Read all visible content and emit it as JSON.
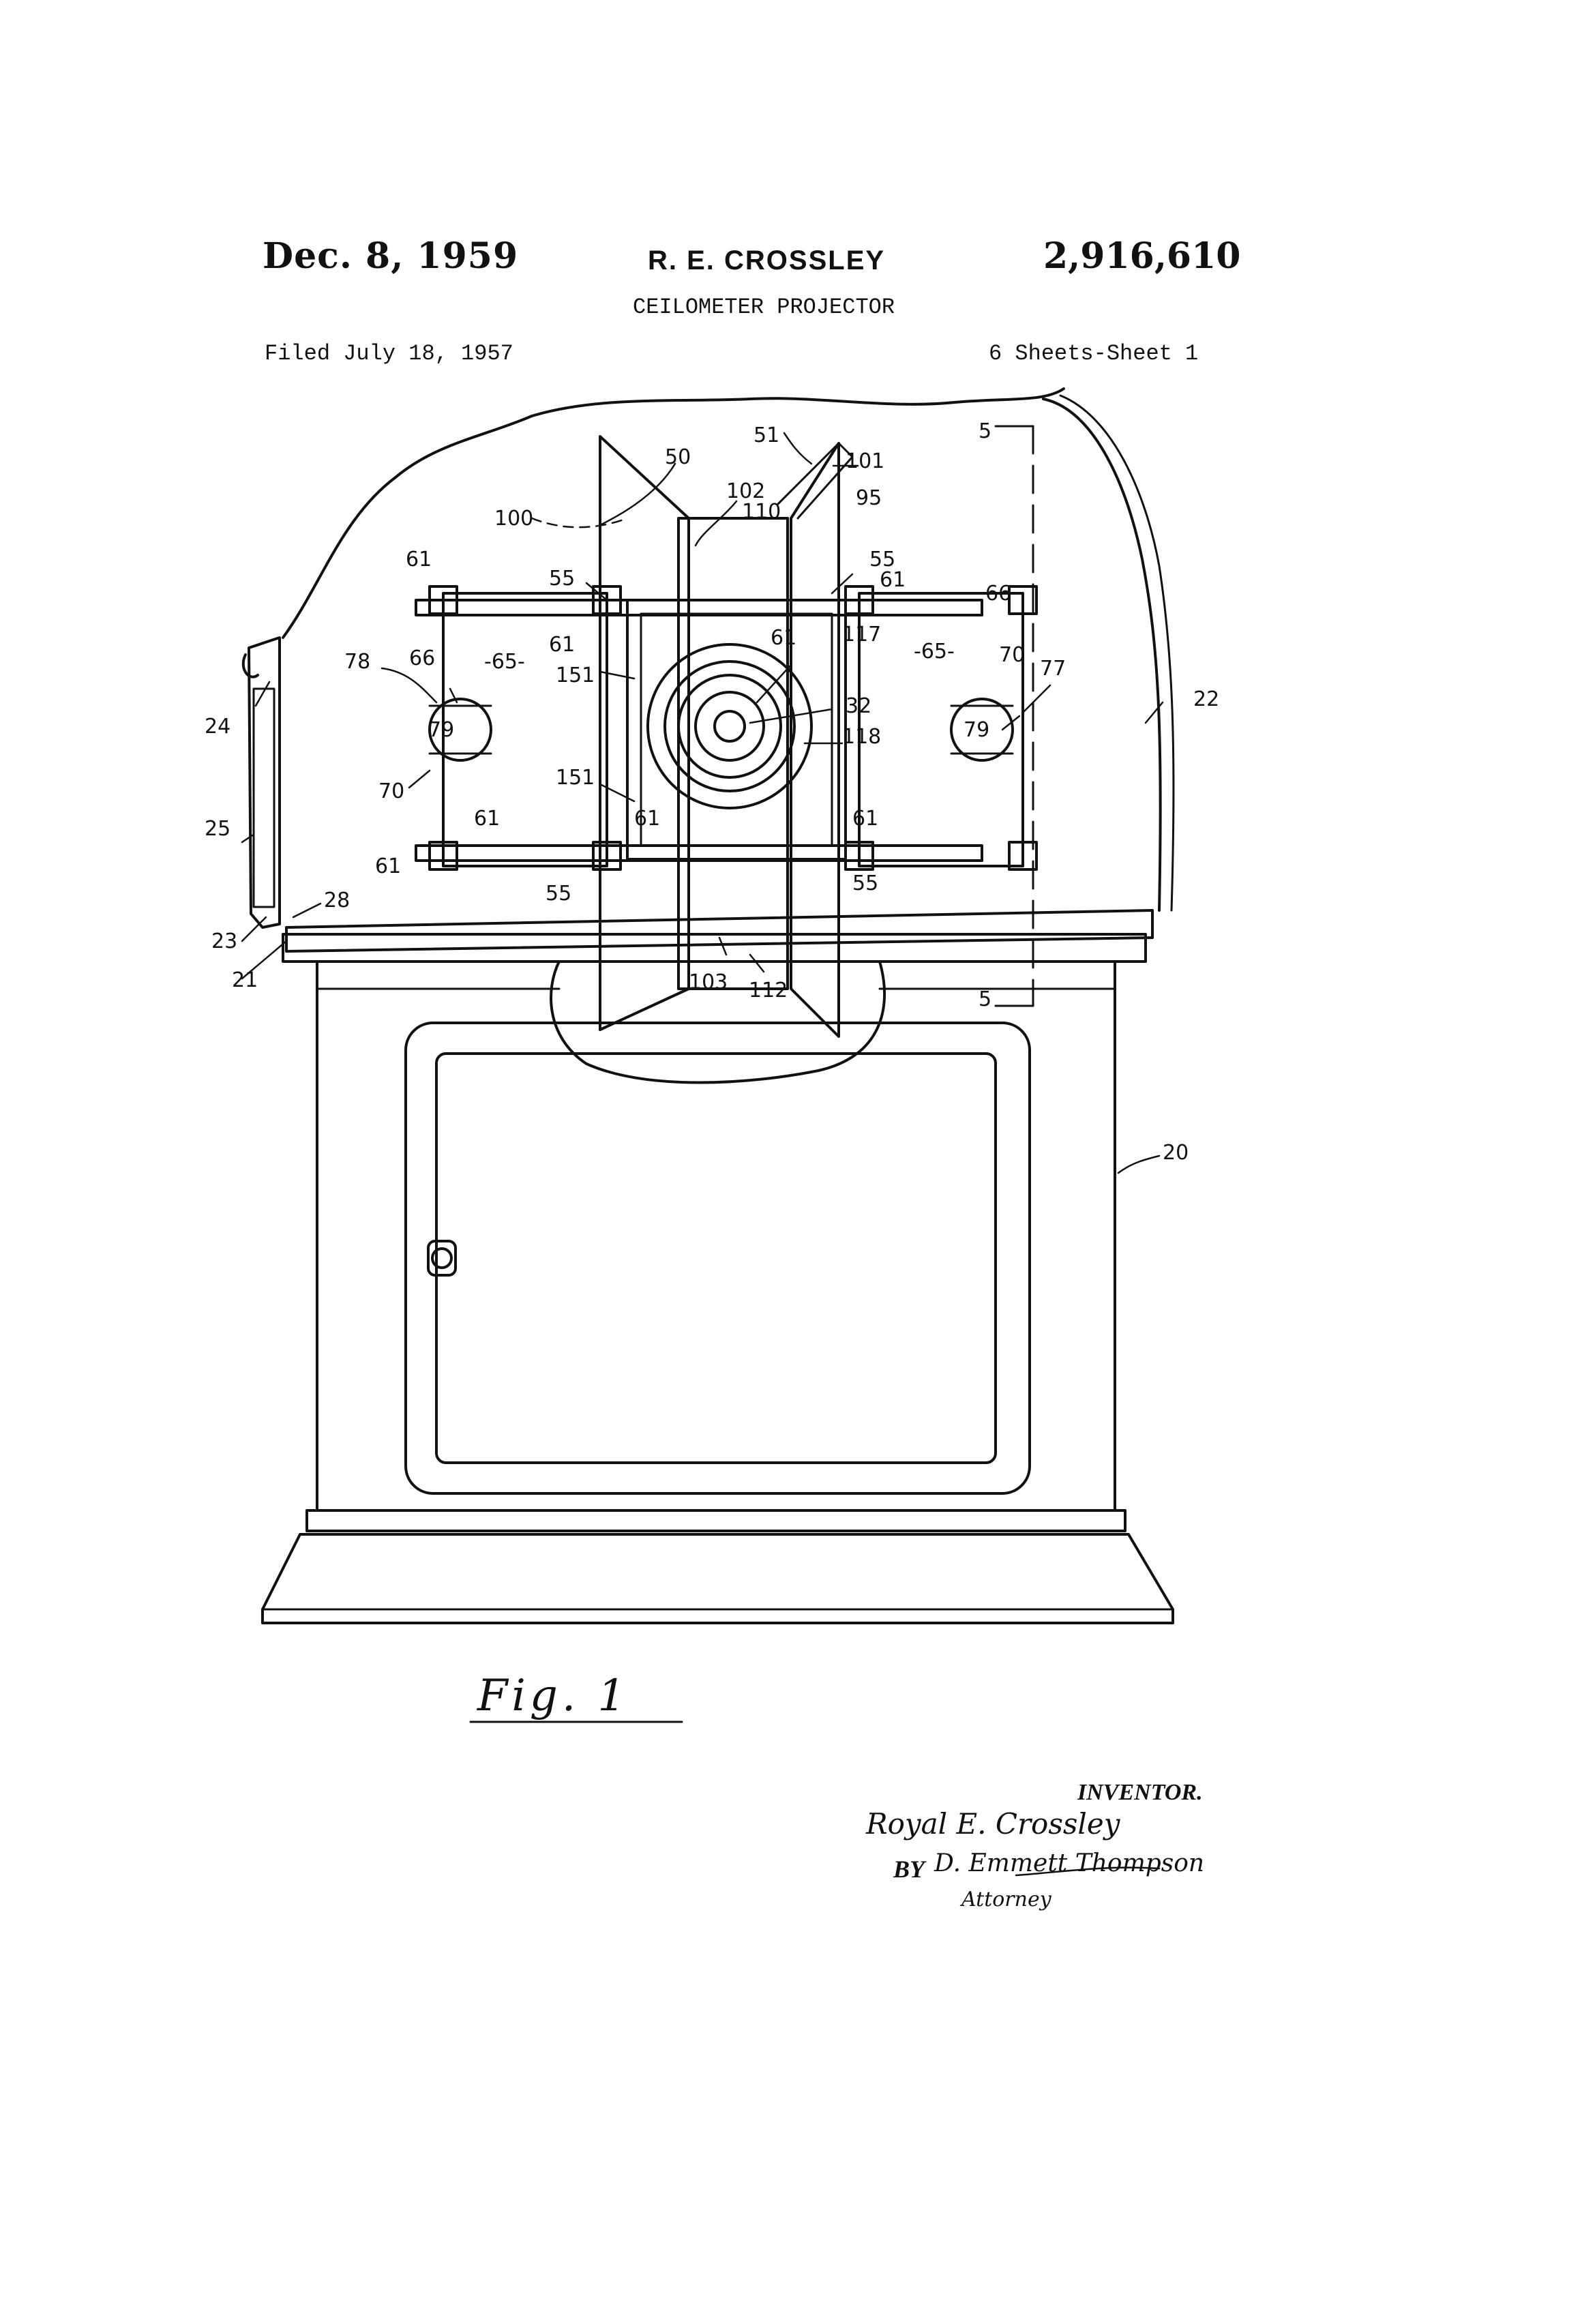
{
  "header": {
    "date": "Dec. 8, 1959",
    "inventor_name": "R. E. CROSSLEY",
    "patent_number": "2,916,610",
    "title": "CEILOMETER PROJECTOR",
    "filed": "Filed July 18, 1957",
    "sheets": "6 Sheets-Sheet 1"
  },
  "drawing": {
    "figure_caption": "Fig. 1",
    "reference_numerals": [
      "5",
      "50",
      "51",
      "101",
      "95",
      "102",
      "110",
      "100",
      "55",
      "61",
      "66",
      "-65-",
      "70",
      "77",
      "22",
      "24",
      "78",
      "79",
      "151",
      "117",
      "32",
      "118",
      "25",
      "23",
      "28",
      "21",
      "103",
      "112",
      "20"
    ]
  },
  "signature_block": {
    "inventor_label": "INVENTOR.",
    "inventor_signature": "Royal E. Crossley",
    "by_label": "BY",
    "attorney_signature": "D. Emmett Thompson",
    "attorney_label": "Attorney"
  }
}
